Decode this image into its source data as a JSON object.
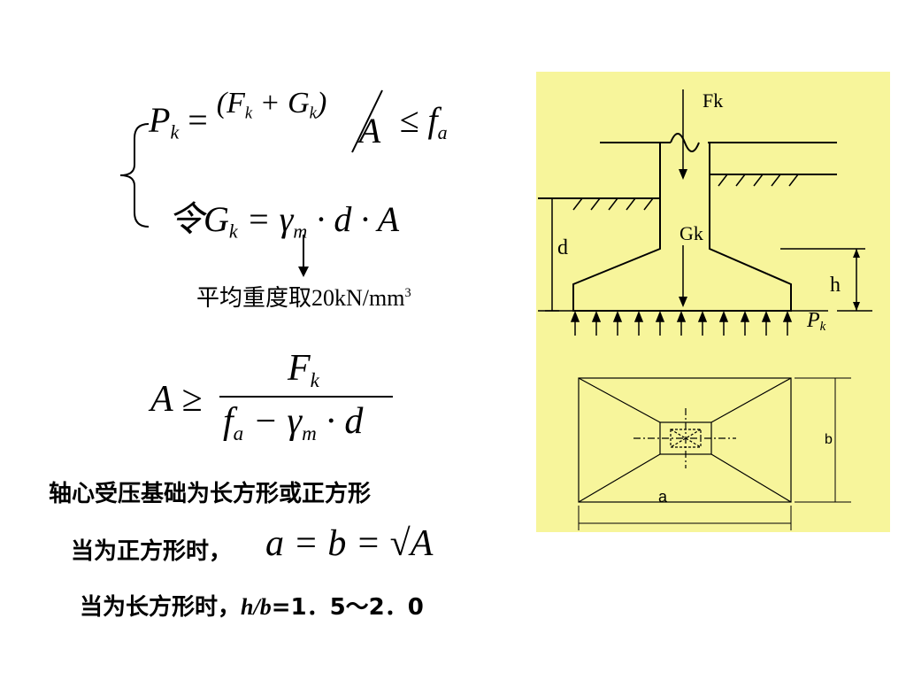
{
  "formula1": {
    "lhs": "P",
    "lhs_sub": "k",
    "eq": "=",
    "num": "(F",
    "num_sub1": "k",
    "plus": " + G",
    "num_sub2": "k",
    "close": ")",
    "slash_den": "A",
    "leq": "≤ f",
    "leq_sub": "a"
  },
  "formula2": {
    "prefix": "令G",
    "sub1": "k",
    "mid": " = γ",
    "sub2": "m",
    "tail": " · d · A"
  },
  "note": {
    "text": "平均重度取20kN/mm",
    "sup": "3"
  },
  "formula3": {
    "lhs": "A ≥",
    "num": "F",
    "num_sub": "k",
    "den_a": "f",
    "den_a_sub": "a",
    "den_mid": " − γ",
    "den_mid_sub": "m",
    "den_tail": " · d"
  },
  "text": {
    "line1": "轴心受压基础为长方形或正方形",
    "line2": "当为正方形时，",
    "line2_math": "a = b = √A",
    "line3_prefix": "当为长方形时，",
    "line3_ratio": "h/b",
    "line3_suffix": "=1．5～2．0"
  },
  "diagram": {
    "background": "#f7f59b",
    "labels": {
      "Fk": "Fk",
      "Gk": "Gk",
      "d": "d",
      "h": "h",
      "Pk": "P",
      "Pk_sub": "k",
      "a": "a",
      "b": "b"
    }
  }
}
